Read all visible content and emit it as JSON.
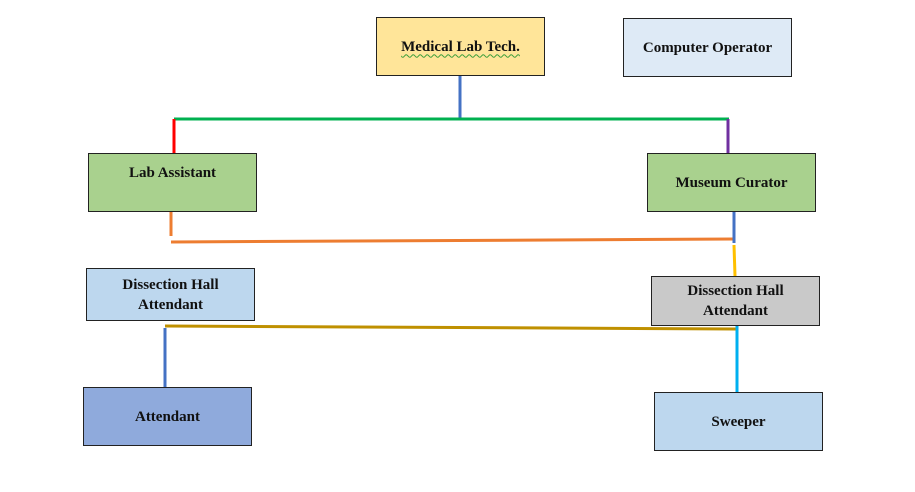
{
  "diagram": {
    "nodes": {
      "medical_lab_tech": {
        "label": "Medical Lab Tech.",
        "fill": "#FFE599"
      },
      "computer_operator": {
        "label": "Computer Operator",
        "fill": "#DEEAF6"
      },
      "lab_assistant": {
        "label": "Lab Assistant",
        "fill": "#A9D18E"
      },
      "museum_curator": {
        "label": "Museum Curator",
        "fill": "#A9D18E"
      },
      "dissection_hall_attendant_left": {
        "label_line1": "Dissection Hall",
        "label_line2": "Attendant",
        "fill": "#BDD7EE"
      },
      "dissection_hall_attendant_right": {
        "label_line1": "Dissection Hall",
        "label_line2": "Attendant",
        "fill": "#C9C9C9"
      },
      "attendant": {
        "label": "Attendant",
        "fill": "#8FAADC"
      },
      "sweeper": {
        "label": "Sweeper",
        "fill": "#BDD7EE"
      }
    },
    "connector_colors": {
      "blue": "#4472C4",
      "green": "#00B050",
      "red": "#FF0000",
      "purple": "#7030A0",
      "orange": "#ED7D31",
      "yellow": "#FFC000",
      "gold": "#BF9000",
      "cyan": "#00B0F0"
    }
  }
}
